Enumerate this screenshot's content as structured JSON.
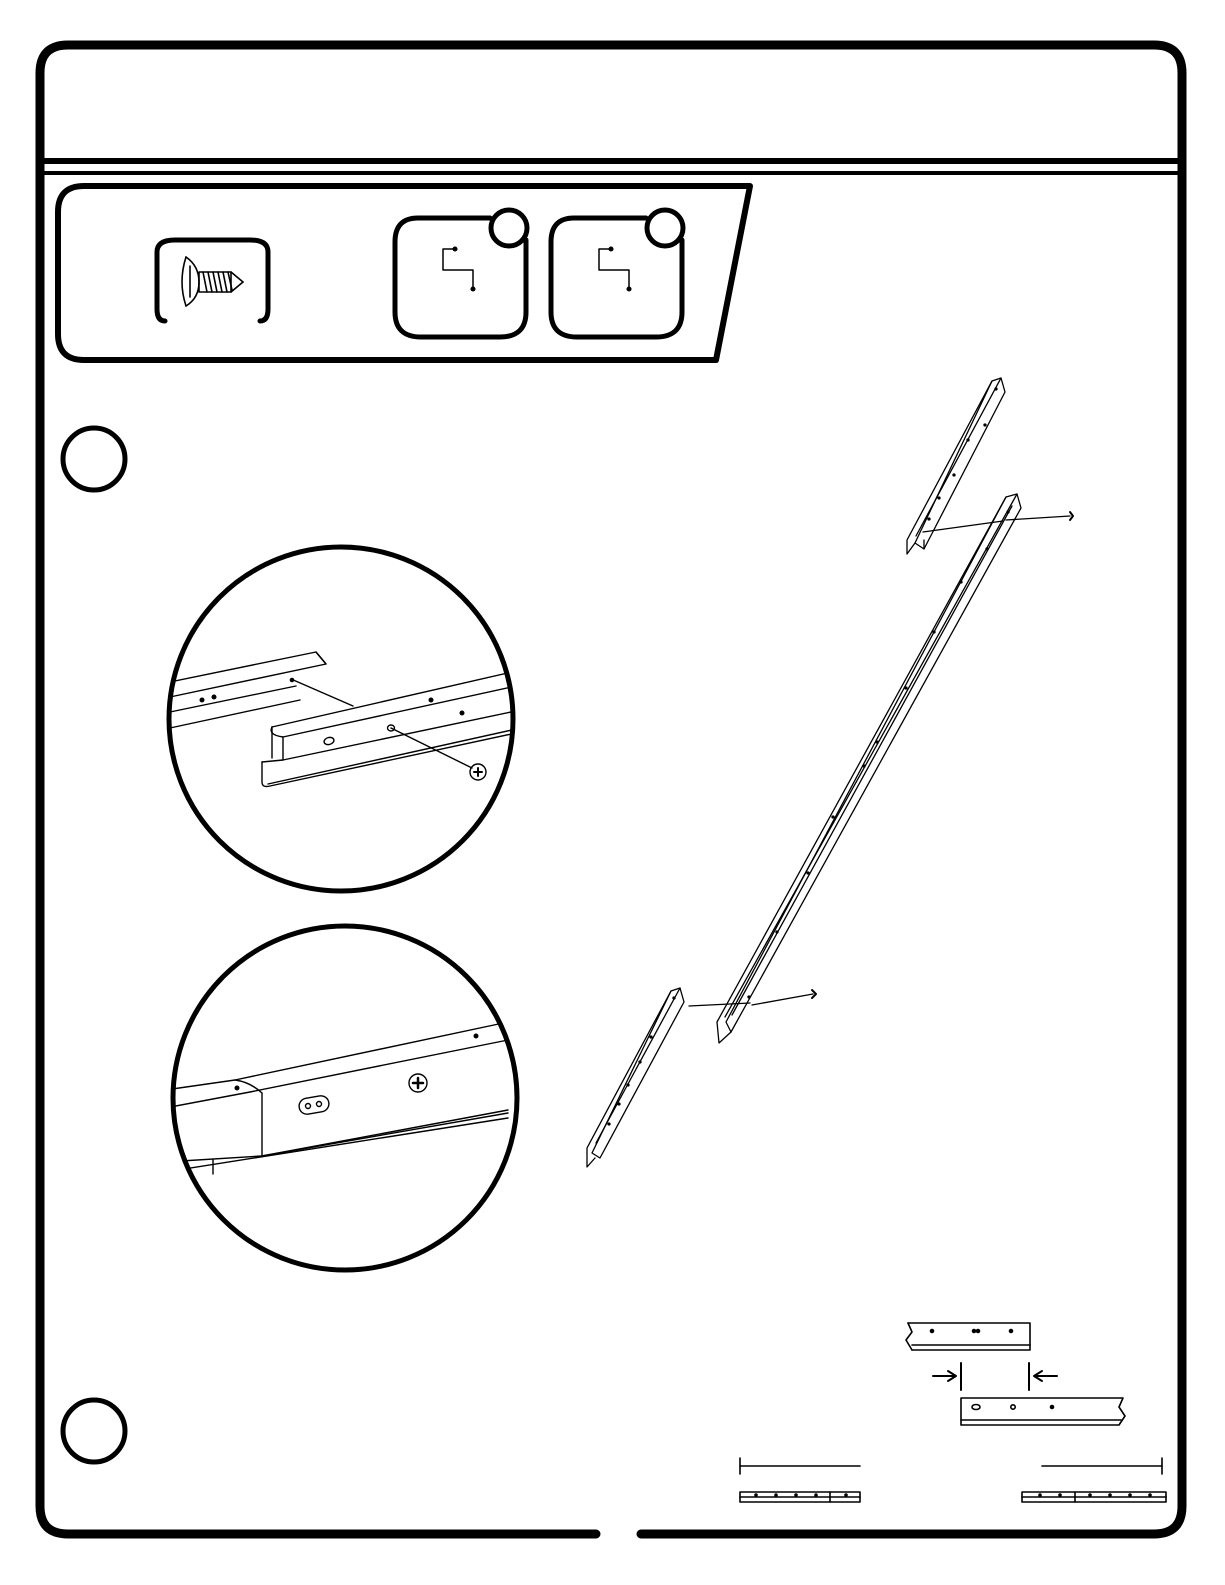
{
  "page": {
    "border_color": "#000000",
    "background_color": "#ffffff"
  },
  "header": {
    "title": ""
  },
  "parts_panel": {
    "items": [
      {
        "icon": "screw-icon",
        "label": "",
        "qty": ""
      },
      {
        "icon": "bracket-part-icon",
        "label": "",
        "qty": "",
        "badge": ""
      },
      {
        "icon": "bracket-part-icon",
        "label": "",
        "qty": "",
        "badge": ""
      }
    ]
  },
  "steps": [
    {
      "number": ""
    },
    {
      "number": ""
    }
  ],
  "icons": {
    "magnifier_1": "detail-zoom-circle",
    "magnifier_2": "detail-zoom-circle",
    "assembly": "rail-assembly-illustration",
    "overlap_diagram": "overlap-detail-diagram",
    "length_bar_left": "length-indicator",
    "length_bar_right": "length-indicator"
  }
}
